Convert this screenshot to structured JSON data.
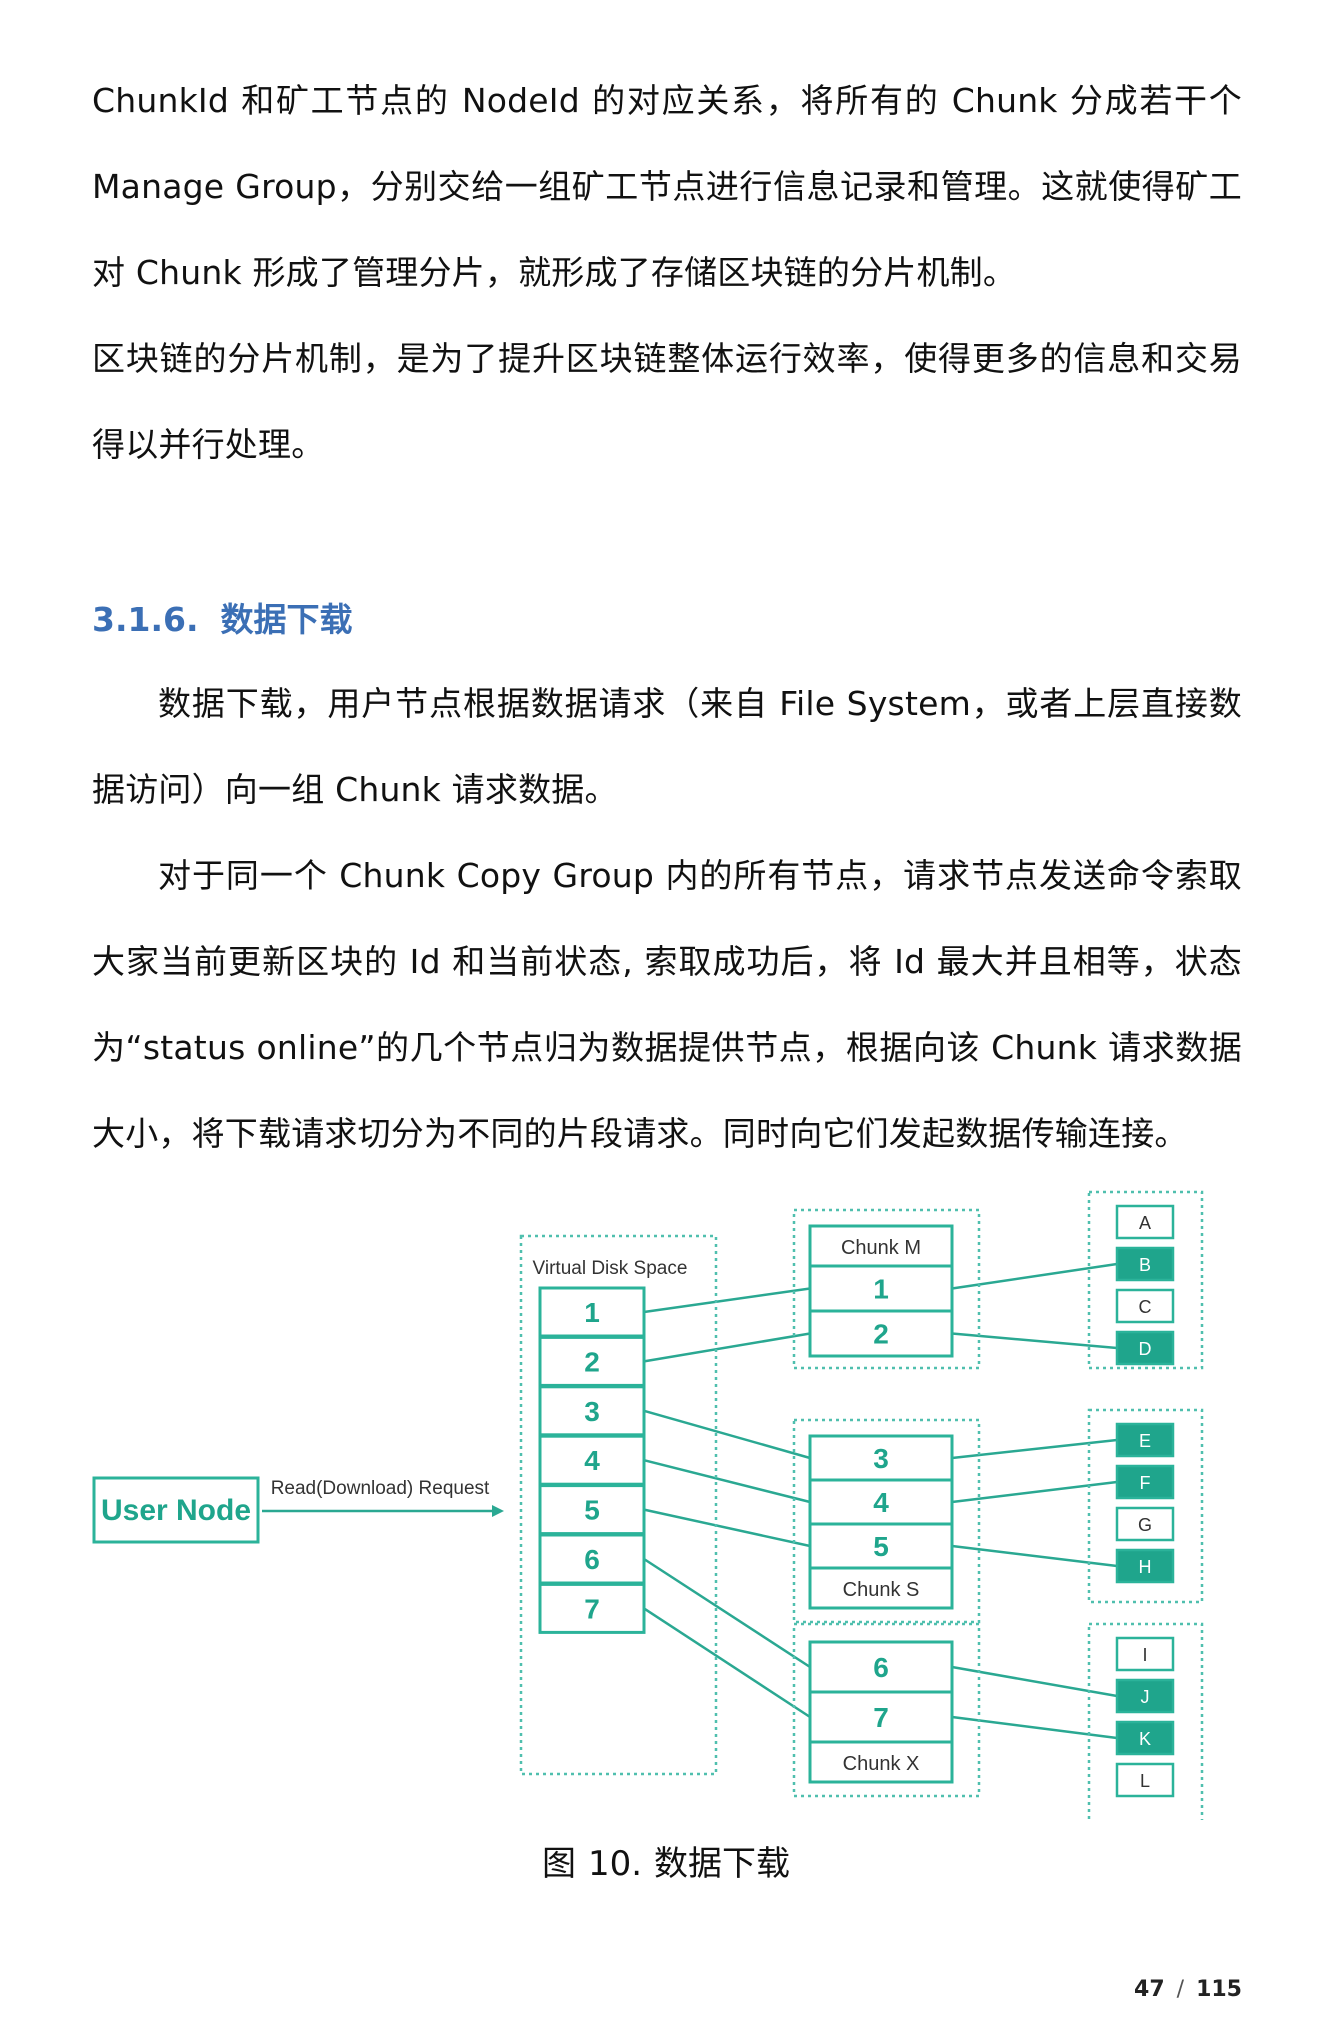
{
  "paragraphs": [
    "ChunkId 和矿工节点的 NodeId 的对应关系，将所有的 Chunk 分成若干个 Manage Group，分别交给一组矿工节点进行信息记录和管理。这就使得矿工对 Chunk 形成了管理分片，就形成了存储区块链的分片机制。",
    "区块链的分片机制，是为了提升区块链整体运行效率，使得更多的信息和交易得以并行处理。"
  ],
  "section": {
    "number": "3.1.6.",
    "title": "数据下载"
  },
  "section_paragraphs": [
    "数据下载，用户节点根据数据请求（来自 File System，或者上层直接数据访问）向一组 Chunk 请求数据。",
    "对于同一个 Chunk Copy Group 内的所有节点，请求节点发送命令索取大家当前更新区块的 Id 和当前状态, 索取成功后，将 Id 最大并且相等，状态为“status online”的几个节点归为数据提供节点，根据向该 Chunk 请求数据大小，将下载请求切分为不同的片段请求。同时向它们发起数据传输连接。"
  ],
  "figure": {
    "user_node": "User Node",
    "request_label": "Read(Download) Request",
    "virtual_disk_label": "Virtual Disk Space",
    "disk_blocks": [
      "1",
      "2",
      "3",
      "4",
      "5",
      "6",
      "7"
    ],
    "chunks": [
      {
        "name": "Chunk M",
        "blocks": [
          "1",
          "2"
        ]
      },
      {
        "name": "Chunk S",
        "blocks": [
          "3",
          "4",
          "5"
        ]
      },
      {
        "name": "Chunk X",
        "blocks": [
          "6",
          "7"
        ]
      }
    ],
    "node_groups": [
      [
        "A",
        "B",
        "C",
        "D"
      ],
      [
        "E",
        "F",
        "G",
        "H"
      ],
      [
        "I",
        "J",
        "K",
        "L"
      ]
    ],
    "colors": {
      "accent": "#2bb39a",
      "filled": "#1fa58c",
      "dotted": "#4fbfae",
      "line": "#2aa892"
    }
  },
  "caption": {
    "prefix": "图",
    "number": "10.",
    "title": "数据下载"
  },
  "page_number": {
    "current": "47",
    "separator": "/",
    "total": "115"
  }
}
